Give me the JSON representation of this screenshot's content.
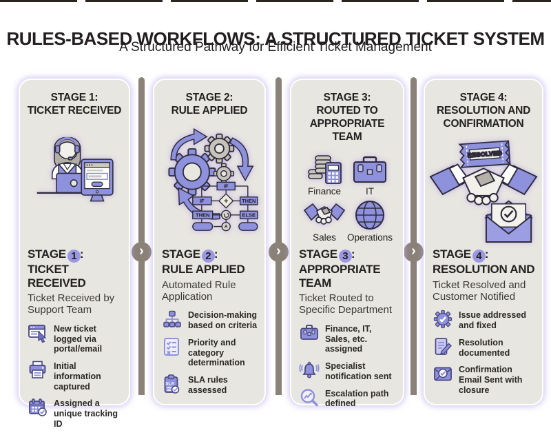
{
  "header": {
    "title": "RULES-BASED WORKFLOWS: A STRUCTURED TICKET SYSTEM",
    "subtitle": "A Structured Pathway for Efficient Ticket Management"
  },
  "colors": {
    "accent_purple": "#8e91dc",
    "badge_purple": "#9a98e3",
    "card_background": "#e8e6e0",
    "connector_gray": "#8a8177",
    "ink": "#232021"
  },
  "connectors": {
    "arrow_glyph": "›"
  },
  "stages": [
    {
      "top_title": "STAGE 1:\nTICKET RECEIVED",
      "number": "1",
      "bottom_title_prefix": "STAGE",
      "bottom_title_suffix": ":",
      "bottom_title_line2": "TICKET RECEIVED",
      "description": "Ticket Received by Support Team",
      "illustration": "support-agent-with-laptop-and-monitor",
      "bullets": [
        {
          "icon": "ticket-window-icon",
          "text": "New ticket logged via portal/email"
        },
        {
          "icon": "printer-icon",
          "text": "Initial information captured"
        },
        {
          "icon": "calendar-check-icon",
          "text": "Assigned a unique tracking ID"
        }
      ]
    },
    {
      "top_title": "STAGE 2:\nRULE APPLIED",
      "number": "2",
      "bottom_title_prefix": "STAGE",
      "bottom_title_suffix": ":",
      "bottom_title_line2": "RULE APPLIED",
      "description": "Automated Rule Application",
      "illustration": "gears-and-rule-flowchart",
      "flow_labels": {
        "top": "IF",
        "left": "IF",
        "right": "THEN",
        "left2": "THEN",
        "right2": "ELSE"
      },
      "bullets": [
        {
          "icon": "hierarchy-icon",
          "text": "Decision-making based on criteria"
        },
        {
          "icon": "checklist-icon",
          "text": "Priority and category determination"
        },
        {
          "icon": "sla-clipboard-icon",
          "icon_label": "SLA",
          "text": "SLA rules assessed"
        }
      ]
    },
    {
      "top_title": "STAGE 3:\nROUTED TO\nAPPROPRIATE TEAM",
      "number": "3",
      "bottom_title_prefix": "STAGE",
      "bottom_title_suffix": ":",
      "bottom_title_line2": "APPROPRIATE TEAM",
      "description": "Ticket Routed to Specific Department",
      "illustration": "department-icons-grid",
      "teams": [
        {
          "icon": "finance-coins-calculator-icon",
          "label": "Finance"
        },
        {
          "icon": "it-toolbox-icon",
          "label": "IT"
        },
        {
          "icon": "sales-handshake-icon",
          "label": "Sales"
        },
        {
          "icon": "operations-globe-icon",
          "label": "Operations"
        }
      ],
      "bullets": [
        {
          "icon": "briefcase-icon",
          "text": "Finance, IT, Sales, etc. assigned"
        },
        {
          "icon": "bell-icon",
          "text": "Specialist notification sent"
        },
        {
          "icon": "escalation-search-icon",
          "text": "Escalation path defined"
        }
      ]
    },
    {
      "top_title": "STAGE 4:\nRESOLUTION AND\nCONFIRMATION",
      "number": "4",
      "bottom_title_prefix": "STAGE",
      "bottom_title_suffix": ":",
      "bottom_title_line2": "RESOLUTION AND",
      "description": "Ticket Resolved and Customer Notified",
      "illustration": "resolved-ticket-handshake-email",
      "ticket_label": "RESOLVED",
      "bullets": [
        {
          "icon": "gear-check-icon",
          "text": "Issue addressed and fixed"
        },
        {
          "icon": "document-pencil-icon",
          "text": "Resolution documented"
        },
        {
          "icon": "mail-check-icon",
          "text": "Confirmation Email Sent with closure"
        }
      ]
    }
  ]
}
